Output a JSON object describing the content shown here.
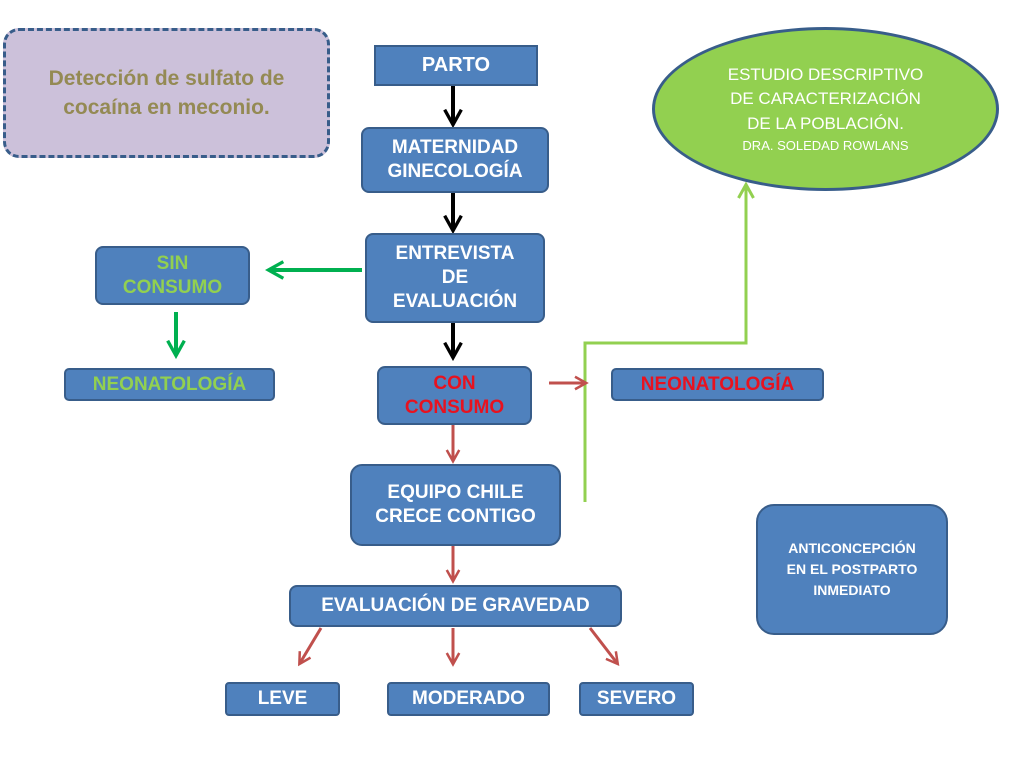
{
  "title_note": {
    "line1": "Detección de sulfato de",
    "line2": "cocaína en meconio."
  },
  "nodes": {
    "parto": "PARTO",
    "maternidad": {
      "line1": "MATERNIDAD",
      "line2": "GINECOLOGÍA"
    },
    "entrevista": {
      "line1": "ENTREVISTA",
      "line2": "DE",
      "line3": "EVALUACIÓN"
    },
    "sin_consumo": {
      "line1": "SIN",
      "line2": "CONSUMO"
    },
    "neonatologia_left": "NEONATOLOGÍA",
    "con_consumo": {
      "line1": "CON",
      "line2": "CONSUMO"
    },
    "neonatologia_right": "NEONATOLOGÍA",
    "equipo": {
      "line1": "EQUIPO CHILE",
      "line2": "CRECE CONTIGO"
    },
    "gravedad": "EVALUACIÓN DE GRAVEDAD",
    "leve": "LEVE",
    "moderado": "MODERADO",
    "severo": "SEVERO",
    "anticoncepcion": {
      "line1": "ANTICONCEPCIÓN",
      "line2": "EN EL POSTPARTO",
      "line3": "INMEDIATO"
    }
  },
  "study": {
    "line1": "ESTUDIO DESCRIPTIVO",
    "line2": "DE CARACTERIZACIÓN",
    "line3": "DE LA POBLACIÓN.",
    "author": "DRA. SOLEDAD ROWLANS"
  },
  "colors": {
    "box_fill": "#4f81bd",
    "box_border": "#385d8a",
    "green_text": "#92d050",
    "red_text": "#e8121f",
    "note_fill": "#ccc1da",
    "note_text": "#948a54",
    "ellipse_fill": "#92d050",
    "arrow_black": "#000000",
    "arrow_green": "#00b050",
    "arrow_lightgreen": "#92d050",
    "arrow_red": "#c0504d"
  }
}
